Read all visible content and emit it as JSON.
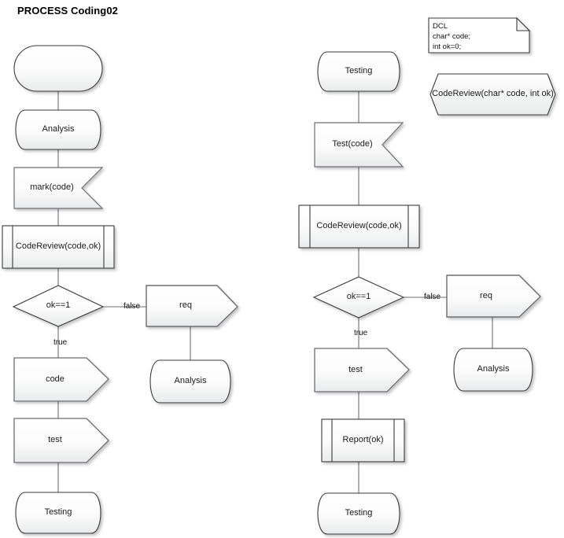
{
  "diagram": {
    "title": "PROCESS Coding02",
    "type": "flowchart",
    "theme": {
      "fill_top": "#ffffff",
      "fill_bottom": "#eceded",
      "stroke": "#6d6e71",
      "stroke_dark": "#3b3b3b",
      "connector": "#6d6e71",
      "text": "#1b1b1b",
      "title": "#000000",
      "shadow": "rgba(0,0,0,0.18)"
    },
    "left_column": {
      "nodes": [
        {
          "id": "l-start",
          "shape": "stadium",
          "label": ""
        },
        {
          "id": "l-analysis",
          "shape": "drum",
          "label": "Analysis"
        },
        {
          "id": "l-mark",
          "shape": "notched-rect",
          "label": "mark(code)"
        },
        {
          "id": "l-codereview",
          "shape": "predefined-process",
          "label": "CodeReview(code,ok)"
        },
        {
          "id": "l-decision",
          "shape": "diamond",
          "label": "ok==1"
        },
        {
          "id": "l-req",
          "shape": "pentagon-arrow",
          "label": "req"
        },
        {
          "id": "l-analysis2",
          "shape": "drum",
          "label": "Analysis"
        },
        {
          "id": "l-code",
          "shape": "pentagon-arrow",
          "label": "code"
        },
        {
          "id": "l-test",
          "shape": "pentagon-arrow",
          "label": "test"
        },
        {
          "id": "l-testing",
          "shape": "drum",
          "label": "Testing"
        }
      ],
      "edge_labels": [
        {
          "id": "l-false",
          "label": "false"
        },
        {
          "id": "l-true",
          "label": "true"
        }
      ]
    },
    "right_column": {
      "nodes": [
        {
          "id": "r-testing-top",
          "shape": "drum",
          "label": "Testing"
        },
        {
          "id": "r-test",
          "shape": "notched-rect",
          "label": "Test(code)"
        },
        {
          "id": "r-codereview",
          "shape": "predefined-process",
          "label": "CodeReview(code,ok)"
        },
        {
          "id": "r-decision",
          "shape": "diamond",
          "label": "ok==1"
        },
        {
          "id": "r-req",
          "shape": "pentagon-arrow",
          "label": "req"
        },
        {
          "id": "r-analysis",
          "shape": "drum",
          "label": "Analysis"
        },
        {
          "id": "r-test2",
          "shape": "pentagon-arrow",
          "label": "test"
        },
        {
          "id": "r-report",
          "shape": "predefined-process",
          "label": "Report(ok)"
        },
        {
          "id": "r-testing-bot",
          "shape": "drum",
          "label": "Testing"
        }
      ],
      "edge_labels": [
        {
          "id": "r-false",
          "label": "false"
        },
        {
          "id": "r-true",
          "label": "true"
        }
      ]
    },
    "annotations": {
      "declaration_note": {
        "shape": "note-folded-corner",
        "lines": [
          "DCL",
          "char* code;",
          "int ok=0;"
        ],
        "text": "DCL\nchar* code;\nint ok=0;"
      },
      "signature_box": {
        "shape": "hexagon",
        "label": "CodeReview(char* code, int ok)"
      }
    }
  }
}
